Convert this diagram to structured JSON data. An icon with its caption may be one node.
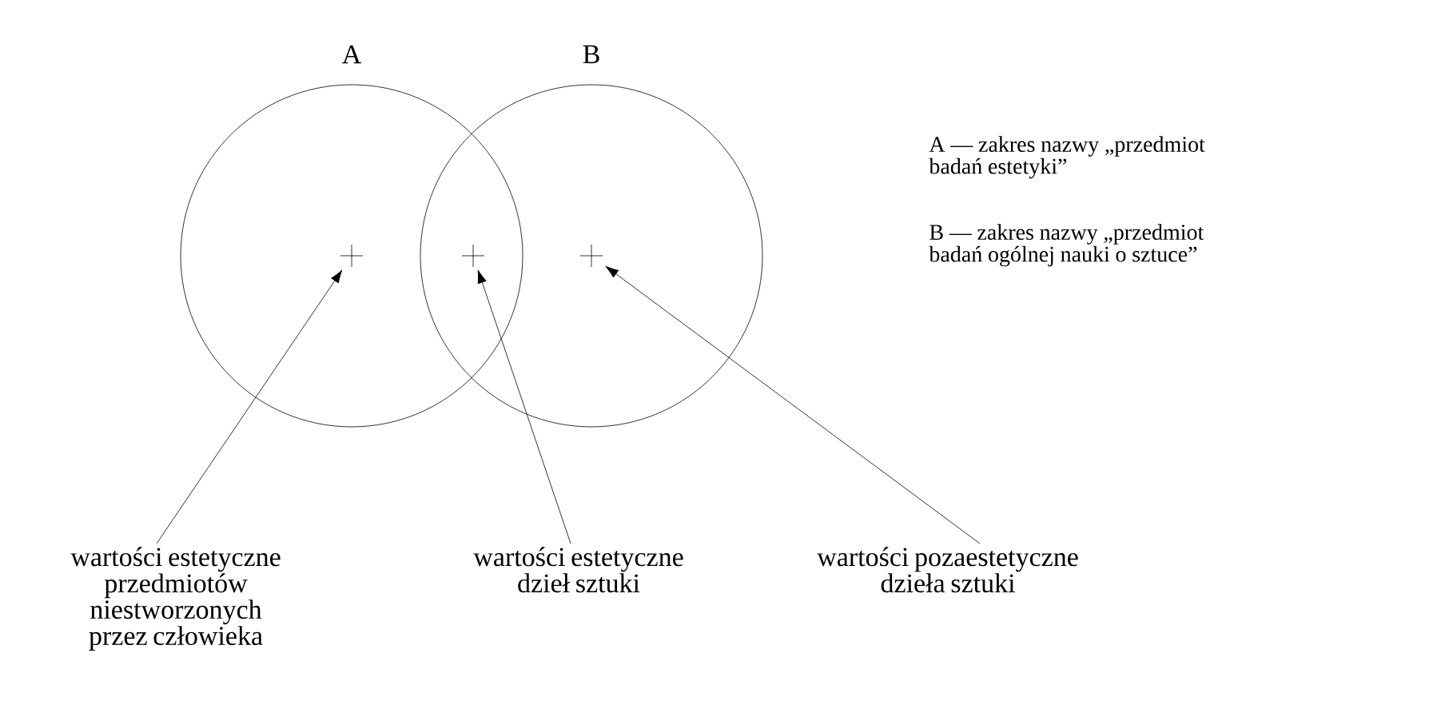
{
  "diagram": {
    "nodes": [
      {
        "text": [
          "A"
        ]
      },
      {
        "text": [
          "B"
        ]
      },
      {
        "text": [],
        "shape": "cross",
        "in": 0
      },
      {
        "text": [],
        "shape": "cross"
      },
      {
        "text": [],
        "shape": "cross",
        "in": 1
      },
      {
        "text": [
          "wartości estetyczne przedmiotów niestworzonych przez człowieka"
        ]
      },
      {
        "text": [
          "wartości estetyczne dzieł sztuki"
        ]
      },
      {
        "text": [
          "wartości pozaestetyczne dzieła sztuki"
        ]
      }
    ],
    "edges": [
      {
        "from": 5,
        "to": 2,
        "arrow": "to"
      },
      {
        "from": 6,
        "to": 3,
        "arrow": "to"
      },
      {
        "from": 7,
        "to": 4,
        "arrow": "to"
      }
    ],
    "labels": [
      "A — zakres nazwy „przedmiot badań estetyki”",
      "B — zakres nazwy „przedmiot badań ogólnej nauki o sztuce”"
    ]
  }
}
